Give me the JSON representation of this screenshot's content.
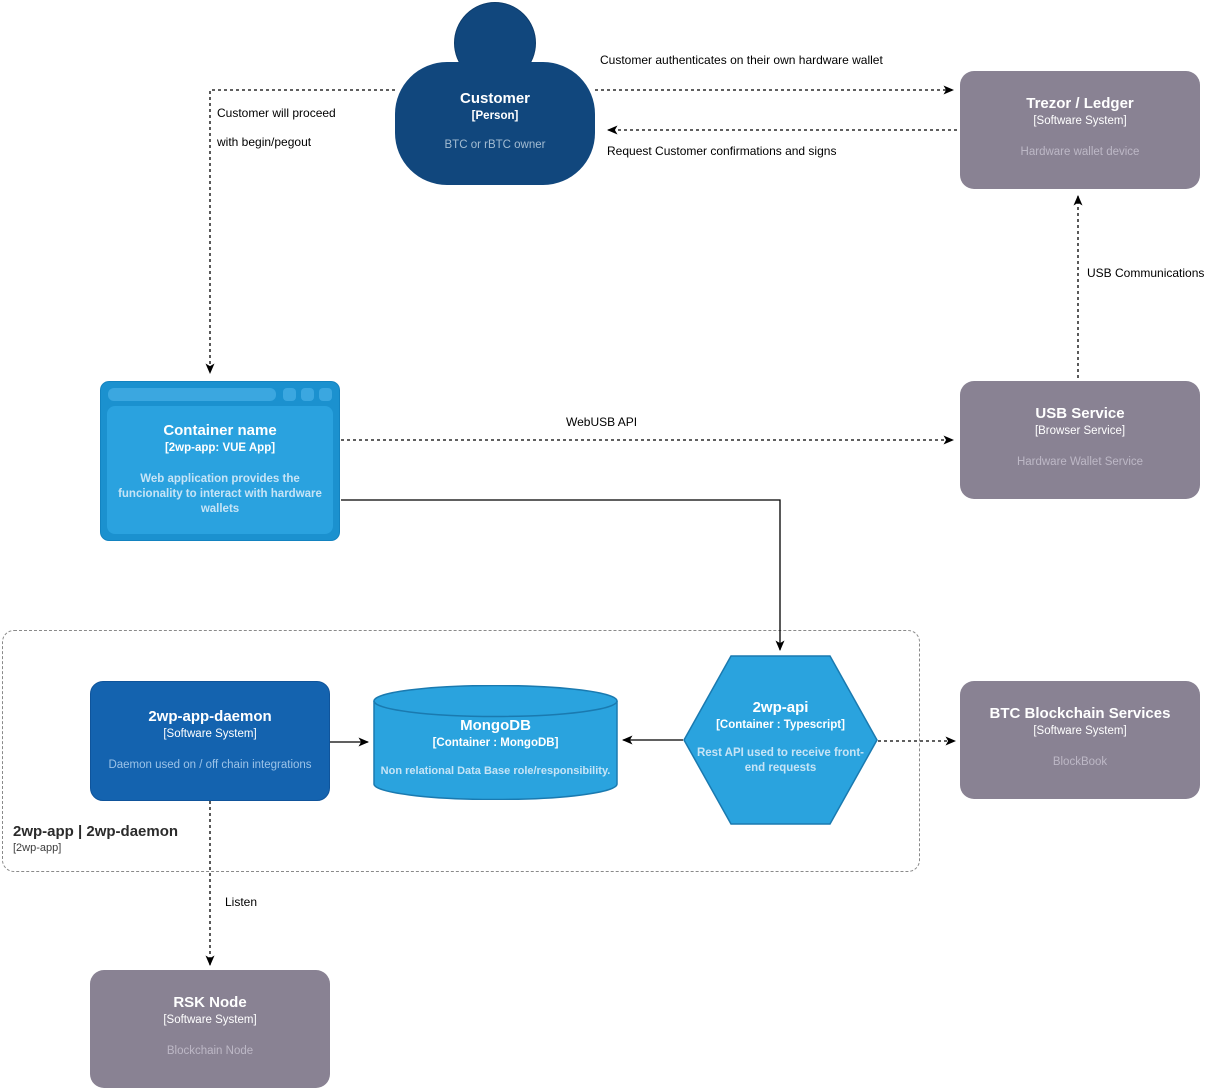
{
  "diagram": {
    "kind": "C4 container diagram",
    "colors": {
      "person": "#11477d",
      "external_system": "#898293",
      "internal_system": "#1463af",
      "container_blue": "#2aa2df",
      "edge": "#000000",
      "boundary": "#8a8a8a"
    }
  },
  "nodes": {
    "customer": {
      "title": "Customer",
      "subtitle": "[Person]",
      "description": "BTC or rBTC owner"
    },
    "trezor": {
      "title": "Trezor / Ledger",
      "subtitle": "[Software System]",
      "description": "Hardware wallet device"
    },
    "webapp": {
      "title": "Container name",
      "subtitle": "[2wp-app: VUE App]",
      "description": "Web application provides the funcionality to interact with hardware wallets"
    },
    "usb": {
      "title": "USB Service",
      "subtitle": "[Browser Service]",
      "description": "Hardware Wallet Service"
    },
    "daemon": {
      "title": "2wp-app-daemon",
      "subtitle": "[Software System]",
      "description": "Daemon used on / off chain integrations"
    },
    "mongodb": {
      "title": "MongoDB",
      "subtitle": "[Container : MongoDB]",
      "description": "Non relational Data Base role/responsibility."
    },
    "api": {
      "title": "2wp-api",
      "subtitle": "[Container : Typescript]",
      "description": "Rest API used to receive front-end requests"
    },
    "btc": {
      "title": "BTC Blockchain Services",
      "subtitle": "[Software System]",
      "description": "BlockBook"
    },
    "rsk": {
      "title": "RSK Node",
      "subtitle": "[Software System]",
      "description": "Blockchain Node"
    }
  },
  "boundary": {
    "title": "2wp-app | 2wp-daemon",
    "subtitle": "[2wp-app]"
  },
  "edges": {
    "auth": {
      "label": "Customer authenticates on their own hardware wallet"
    },
    "confirm": {
      "label": "Request Customer confirmations and signs"
    },
    "proceed": {
      "label_line1": "Customer will proceed",
      "label_line2": "with begin/pegout"
    },
    "webusb": {
      "label": "WebUSB API"
    },
    "usbcomm": {
      "label": "USB Communications"
    },
    "listen": {
      "label": "Listen"
    }
  }
}
